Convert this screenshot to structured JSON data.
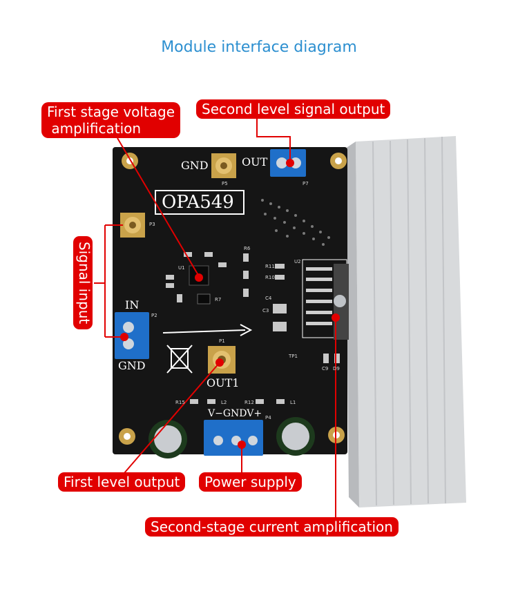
{
  "title": "Module interface diagram",
  "callouts": {
    "first_stage_voltage": [
      "First stage voltage",
      " amplification"
    ],
    "second_level_output": "Second level signal output",
    "signal_input": "Signal input",
    "first_level_output": "First level output",
    "power_supply": "Power supply",
    "second_stage_current": "Second-stage current amplification"
  },
  "board": {
    "chip_name": "OPA549",
    "gnd_top": "GND",
    "out_top": "OUT",
    "in_label": "IN",
    "gnd_left": "GND",
    "out1_label": "OUT1",
    "power_pins": "V−GNDV+",
    "ref_p5": "P5",
    "ref_p7": "P7",
    "ref_p3": "P3",
    "ref_p2": "P2",
    "ref_p1": "P1",
    "ref_p4": "P4",
    "ref_u1": "U1",
    "ref_u2": "U2",
    "ref_r7": "R7",
    "ref_tp1": "TP1",
    "ref_l1": "L1",
    "ref_l2": "L2",
    "ref_c9": "C9",
    "ref_d9": "D9",
    "ref_r6": "R6",
    "ref_r11": "R11",
    "ref_r10": "R10",
    "ref_c3": "C3",
    "ref_c4": "C4",
    "ref_r12": "R12",
    "ref_r15": "R15"
  },
  "colors": {
    "callout_bg": "#e10000",
    "pcb": "#151515",
    "terminal": "#1f6fc9",
    "gold": "#c9a24a",
    "heatsink": "#d4d6d8"
  }
}
